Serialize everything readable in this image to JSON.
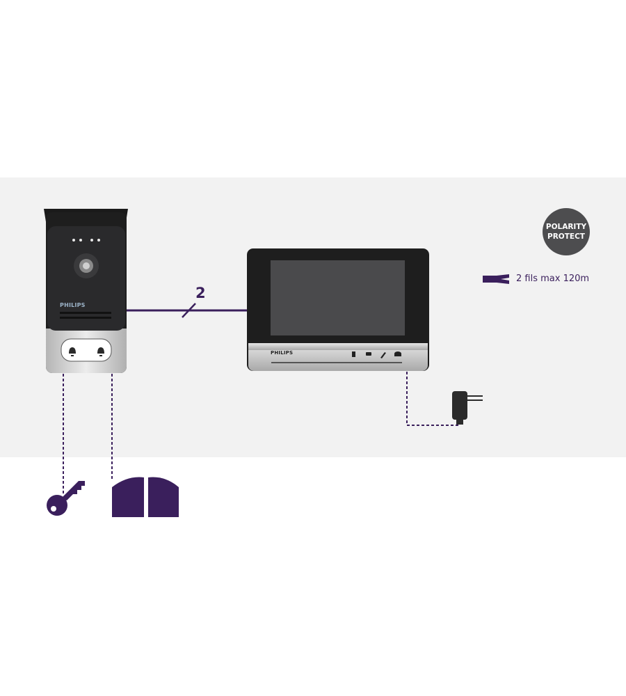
{
  "badge": {
    "line1": "POLARITY",
    "line2": "PROTECT"
  },
  "legend": {
    "text": "2 fils max 120m",
    "icon": "wire-pair-icon"
  },
  "connection": {
    "wire_count": "2"
  },
  "door_station": {
    "brand": "PHILIPS"
  },
  "monitor": {
    "brand": "PHILIPS"
  },
  "icons": [
    "door-station-icon",
    "monitor-icon",
    "power-adapter-icon",
    "key-icon",
    "gate-icon",
    "wire-pair-icon"
  ],
  "colors": {
    "accent": "#3a1f5c",
    "panel": "#f2f2f2",
    "badge": "#4d4d4f",
    "device_dark": "#1e1e1e",
    "device_silver": "#c8c8c8"
  }
}
